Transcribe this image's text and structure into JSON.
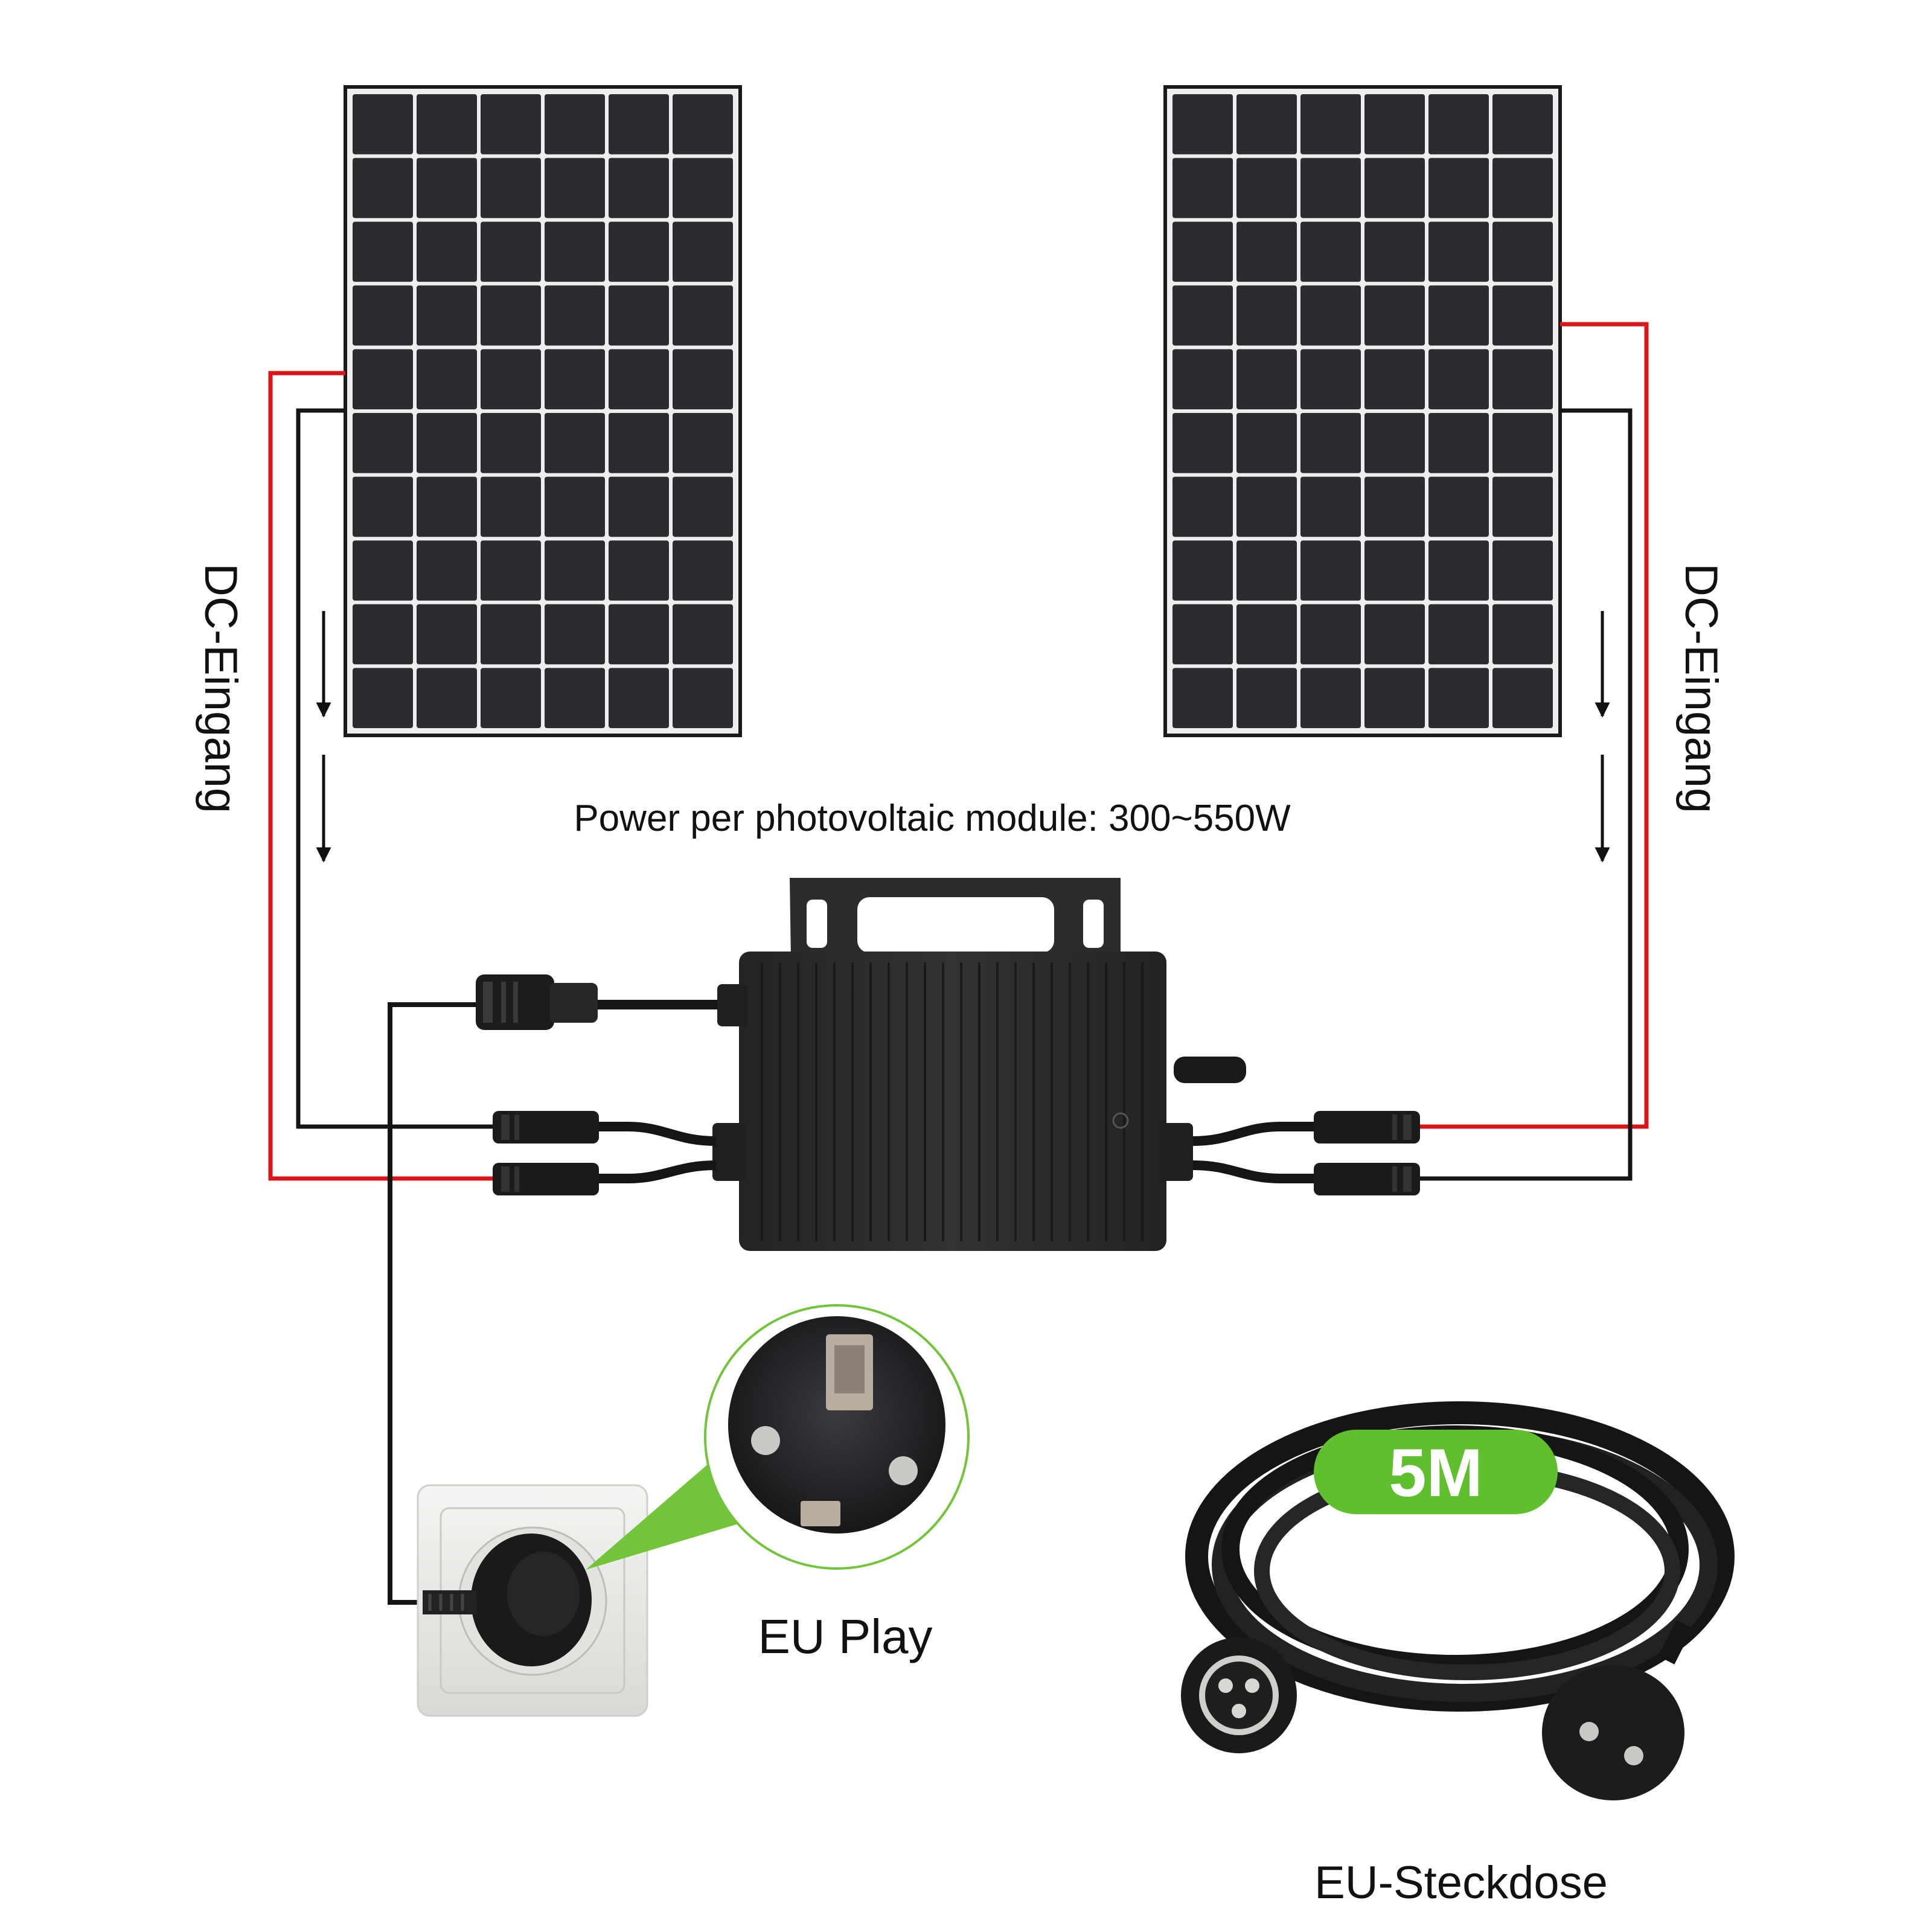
{
  "labels": {
    "dc_input_left": "DC-Eingang",
    "dc_input_right": "DC-Eingang",
    "module_power": "Power per photovoltaic module: 300~550W",
    "eu_plug": "EU Play",
    "cable_length": "5M",
    "eu_socket": "EU-Steckdose"
  },
  "panel": {
    "rows": 10,
    "cols": 6
  },
  "colors": {
    "dc_positive": "#d9161c",
    "dc_negative": "#151515",
    "panel_cell": "#2b2c30",
    "panel_grid": "#eeeeee",
    "badge": "#5fbf2c",
    "callout": "#72c43a",
    "inverter": "#2a2a2a"
  }
}
